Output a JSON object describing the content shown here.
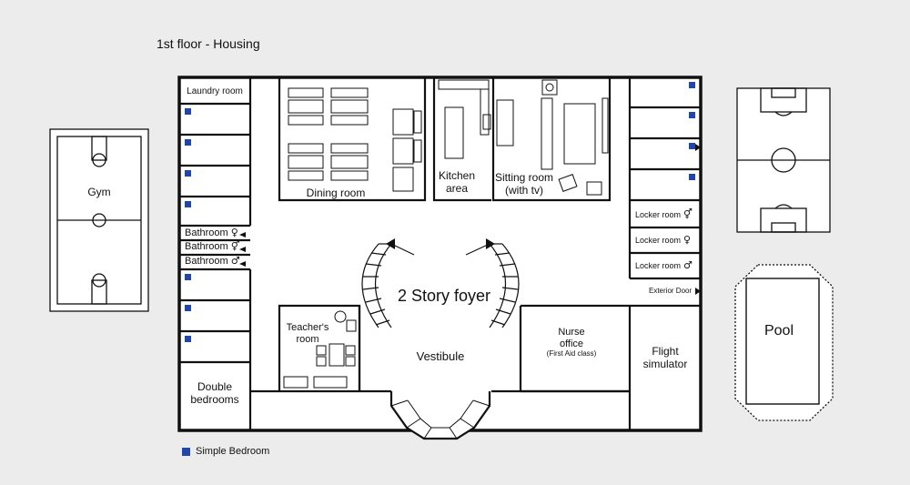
{
  "title": "1st floor -  Housing",
  "legend": {
    "label": "Simple Bedroom",
    "color": "#2146a8"
  },
  "rooms": {
    "laundry": "Laundry room",
    "bathroom_f": "Bathroom",
    "bathroom_u": "Bathroom",
    "bathroom_m": "Bathroom",
    "double_line1": "Double",
    "double_line2": "bedrooms",
    "dining": "Dining room",
    "kitchen_line1": "Kitchen",
    "kitchen_line2": "area",
    "sitting_line1": "Sitting room",
    "sitting_line2": "(with tv)",
    "locker_u": "Locker room",
    "locker_f": "Locker room",
    "locker_m": "Locker room",
    "exterior_door": "Exterior Door",
    "foyer": "2 Story foyer",
    "teacher_line1": "Teacher's",
    "teacher_line2": "room",
    "vestibule": "Vestibule",
    "nurse_line1": "Nurse",
    "nurse_line2": "office",
    "nurse_line3": "(First Aid class)",
    "flight_line1": "Flight",
    "flight_line2": "simulator",
    "gym": "Gym",
    "pool": "Pool"
  },
  "symbols": {
    "female": "♀",
    "male": "♂",
    "unisex": "⚥"
  }
}
